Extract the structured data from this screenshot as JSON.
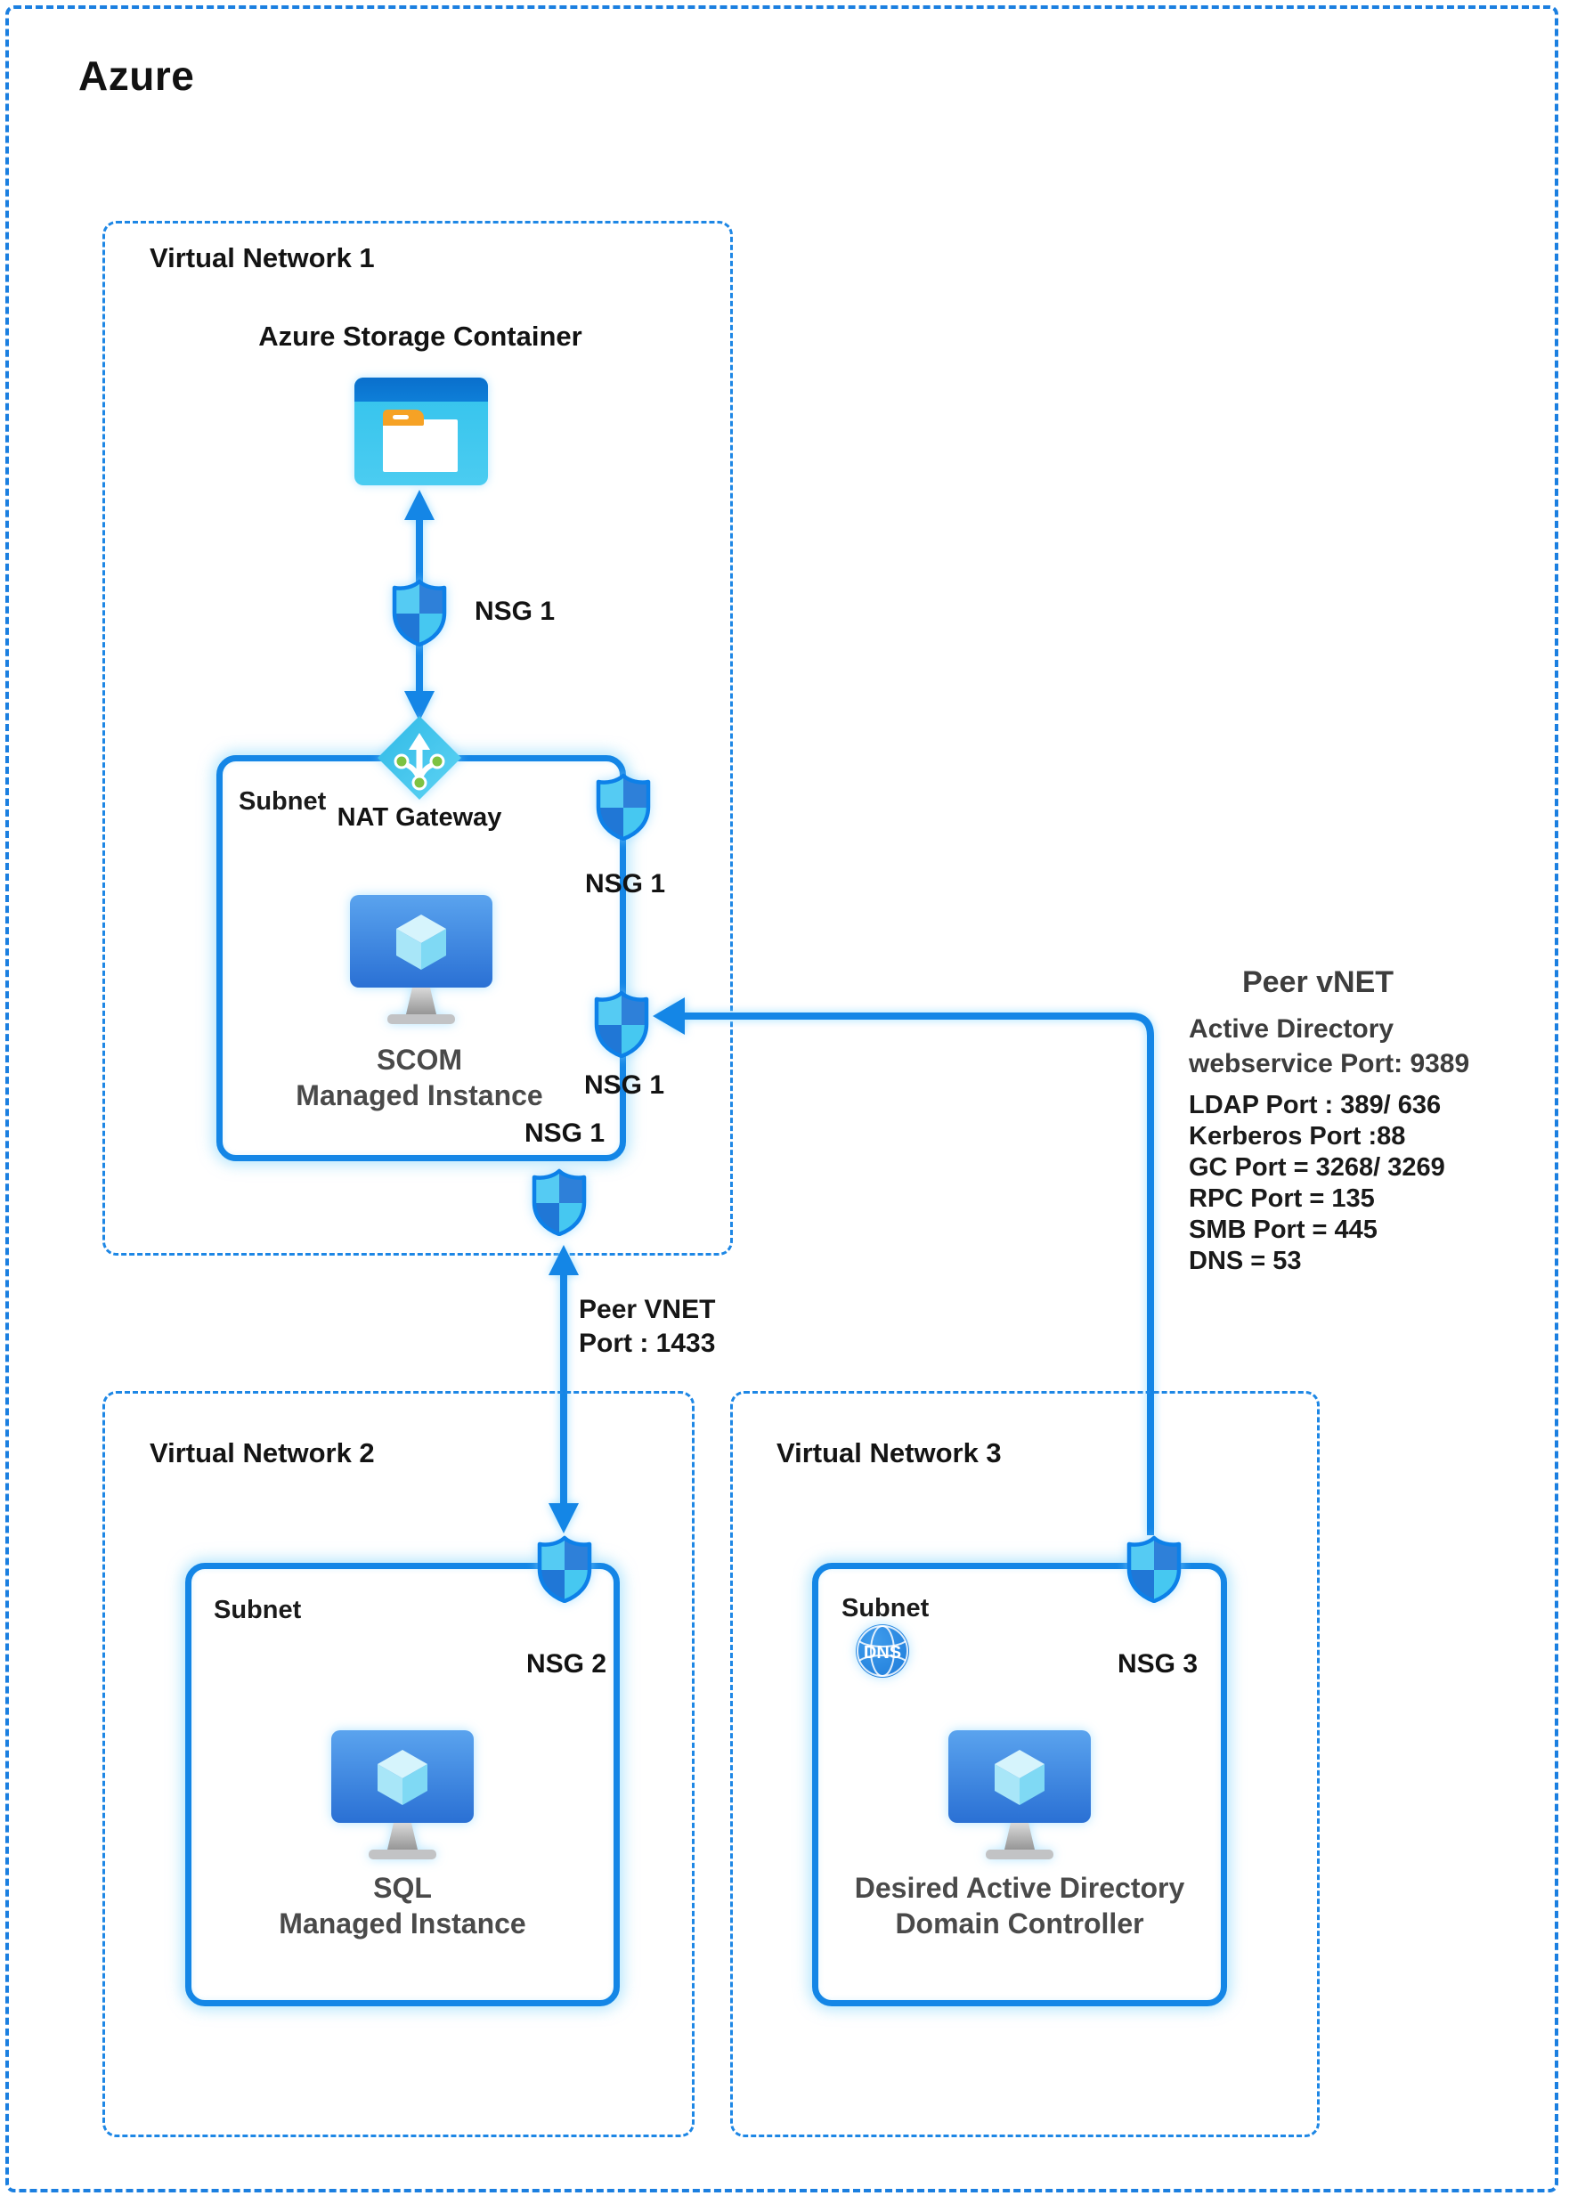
{
  "page_title": "Azure",
  "vnet1": {
    "label": "Virtual Network 1",
    "storage_label": "Azure Storage Container",
    "nsg_top_label": "NSG 1",
    "subnet": {
      "label": "Subnet",
      "nat_gateway_label": "NAT Gateway",
      "vm_name_line1": "SCOM",
      "vm_name_line2": "Managed Instance",
      "nsg_right_top_label": "NSG 1",
      "nsg_right_mid_label": "NSG 1",
      "nsg_bottom_label": "NSG 1"
    }
  },
  "peer_vnet_info": {
    "title": "Peer vNET",
    "subtitle_line1": "Active Directory",
    "subtitle_line2": "webservice Port: 9389",
    "ports": [
      "LDAP Port : 389/ 636",
      "Kerberos Port :88",
      "GC Port = 3268/ 3269",
      "RPC Port = 135",
      "SMB Port = 445",
      "DNS = 53"
    ]
  },
  "peer_vnet_link": {
    "line1": "Peer VNET",
    "line2": "Port : 1433"
  },
  "vnet2": {
    "label": "Virtual Network 2",
    "subnet_label": "Subnet",
    "nsg_label": "NSG 2",
    "vm_name_line1": "SQL",
    "vm_name_line2": "Managed Instance"
  },
  "vnet3": {
    "label": "Virtual Network 3",
    "subnet_label": "Subnet",
    "nsg_label": "NSG 3",
    "dns_icon_text": "DNS",
    "vm_name_line1": "Desired Active Directory",
    "vm_name_line2": "Domain Controller"
  },
  "colors": {
    "line_blue": "#1486e6",
    "dashed_blue": "#1e87e5",
    "accent_cyan": "#45c8f0",
    "shield_light": "#55cbf3",
    "shield_dark": "#2e80d9"
  }
}
